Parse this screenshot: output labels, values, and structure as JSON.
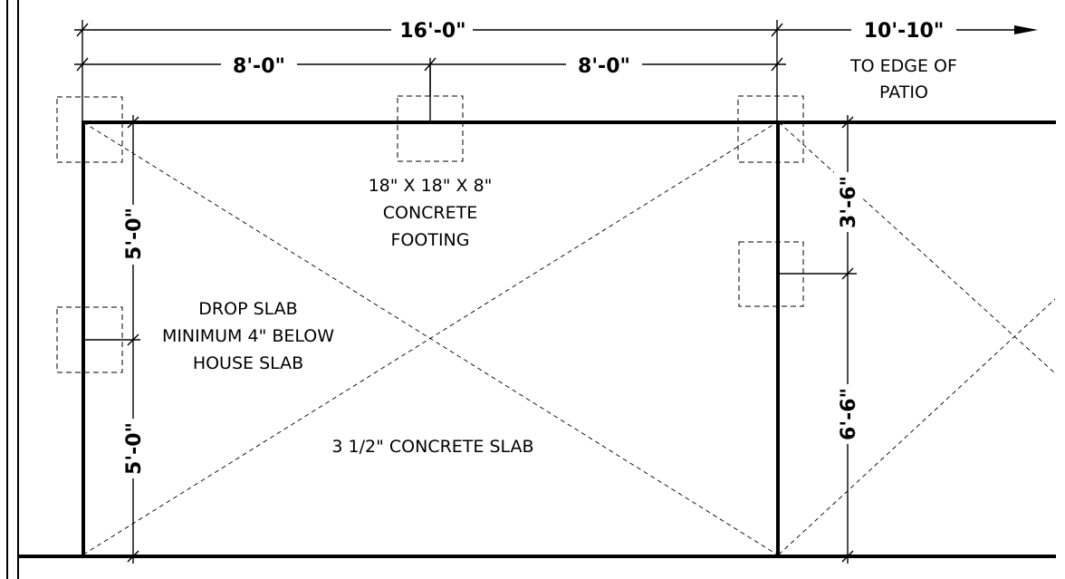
{
  "dimensions": {
    "overall_width": "16'-0\"",
    "left_half": "8'-0\"",
    "right_half": "8'-0\"",
    "to_patio_edge": "10'-10\"",
    "left_upper": "5'-0\"",
    "left_lower": "5'-0\"",
    "right_upper": "3'-6\"",
    "right_lower": "6'-6\""
  },
  "notes": {
    "patio_edge": [
      "TO EDGE OF",
      "PATIO"
    ],
    "footing": [
      "18\" X 18\" X 8\"",
      "CONCRETE",
      "FOOTING"
    ],
    "drop_slab": [
      "DROP SLAB",
      "MINIMUM 4\" BELOW",
      "HOUSE SLAB"
    ],
    "slab": "3 1/2\" CONCRETE SLAB"
  }
}
